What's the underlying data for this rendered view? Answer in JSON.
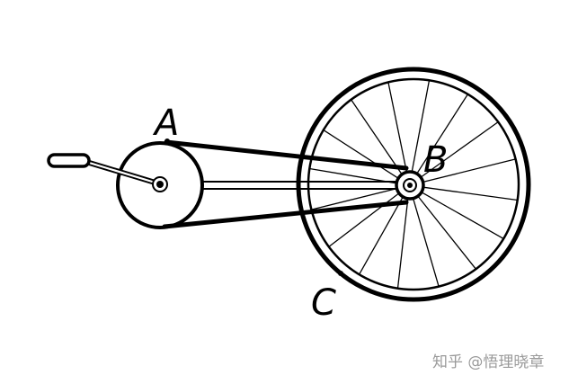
{
  "labels": {
    "point_a": "A",
    "point_b": "B",
    "point_c": "C"
  },
  "wheel": {
    "spoke_count": 16
  },
  "watermark": {
    "text": "知乎 @悟理晓章"
  },
  "colors": {
    "line": "#000000",
    "background": "#ffffff",
    "watermark": "#9a9a9a"
  }
}
